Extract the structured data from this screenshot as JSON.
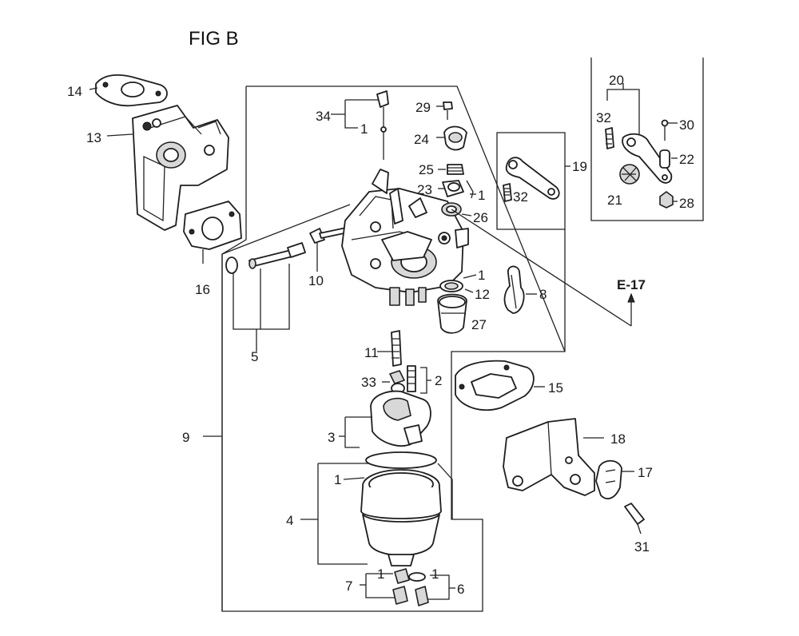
{
  "figure": {
    "title": "FIG B",
    "reference_code": "E-17",
    "callouts": {
      "c1": "1",
      "c2": "2",
      "c3": "3",
      "c4": "4",
      "c5": "5",
      "c6": "6",
      "c7": "7",
      "c8": "8",
      "c9": "9",
      "c10": "10",
      "c11": "11",
      "c12": "12",
      "c13": "13",
      "c14": "14",
      "c15": "15",
      "c16": "16",
      "c17": "17",
      "c18": "18",
      "c19": "19",
      "c20": "20",
      "c21": "21",
      "c22": "22",
      "c23": "23",
      "c24": "24",
      "c25": "25",
      "c26": "26",
      "c27": "27",
      "c28": "28",
      "c29": "29",
      "c30": "30",
      "c31": "31",
      "c32": "32",
      "c33": "33",
      "c34": "34"
    }
  }
}
